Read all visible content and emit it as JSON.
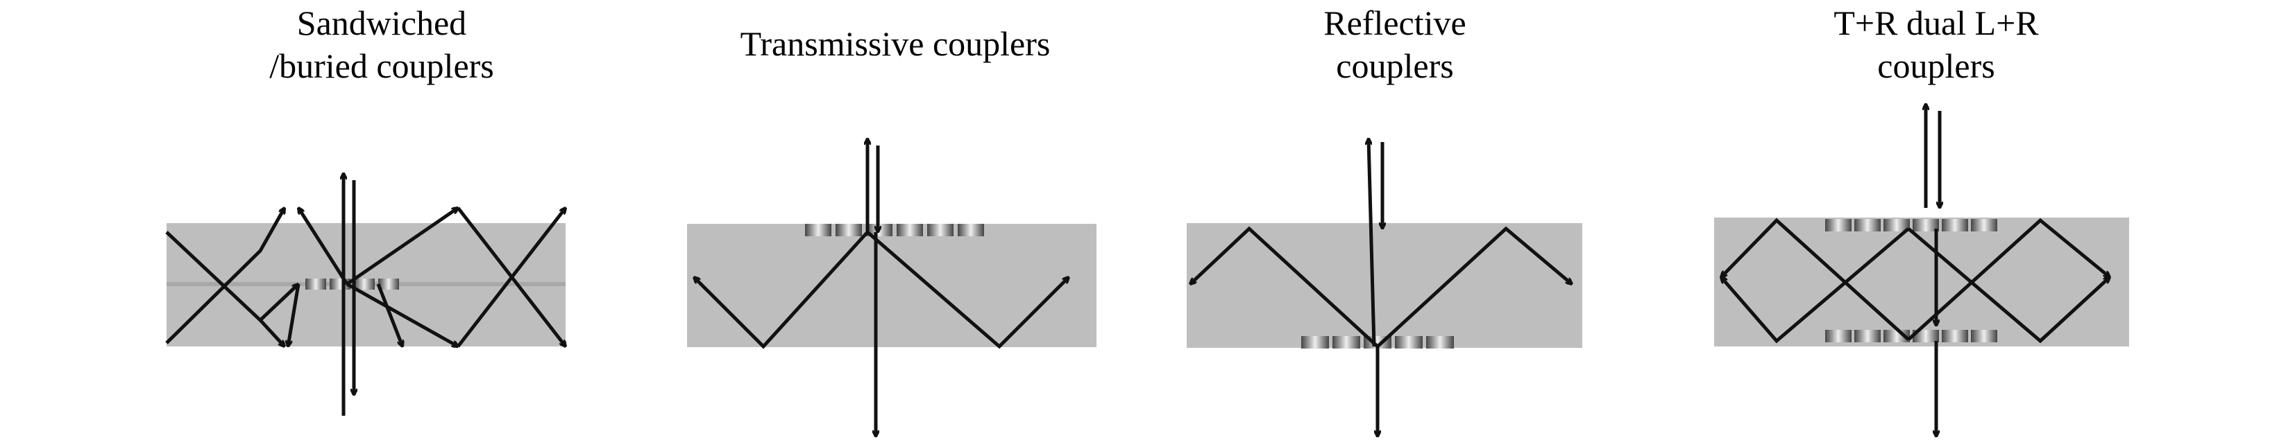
{
  "panels": [
    {
      "title_line1": "Sandwiched",
      "title_line2": "/buried couplers"
    },
    {
      "title_line1": "Transmissive couplers",
      "title_line2": ""
    },
    {
      "title_line1": "Reflective",
      "title_line2": "couplers"
    },
    {
      "title_line1": "T+R dual L+R",
      "title_line2": "couplers"
    }
  ],
  "colors": {
    "waveguide": "#bebebe",
    "arrow": "#111111",
    "grating_dark": "#3a3a3a",
    "grating_light": "#f2f2f2"
  }
}
